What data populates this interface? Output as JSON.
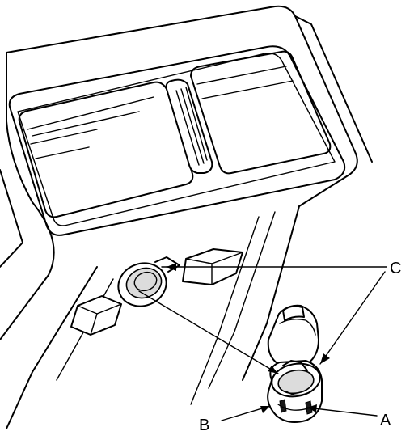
{
  "callouts": {
    "a": "A",
    "b": "B",
    "c": "C"
  },
  "colors": {
    "line": "#000000",
    "background": "#ffffff",
    "shade": "#dcdcdc"
  }
}
